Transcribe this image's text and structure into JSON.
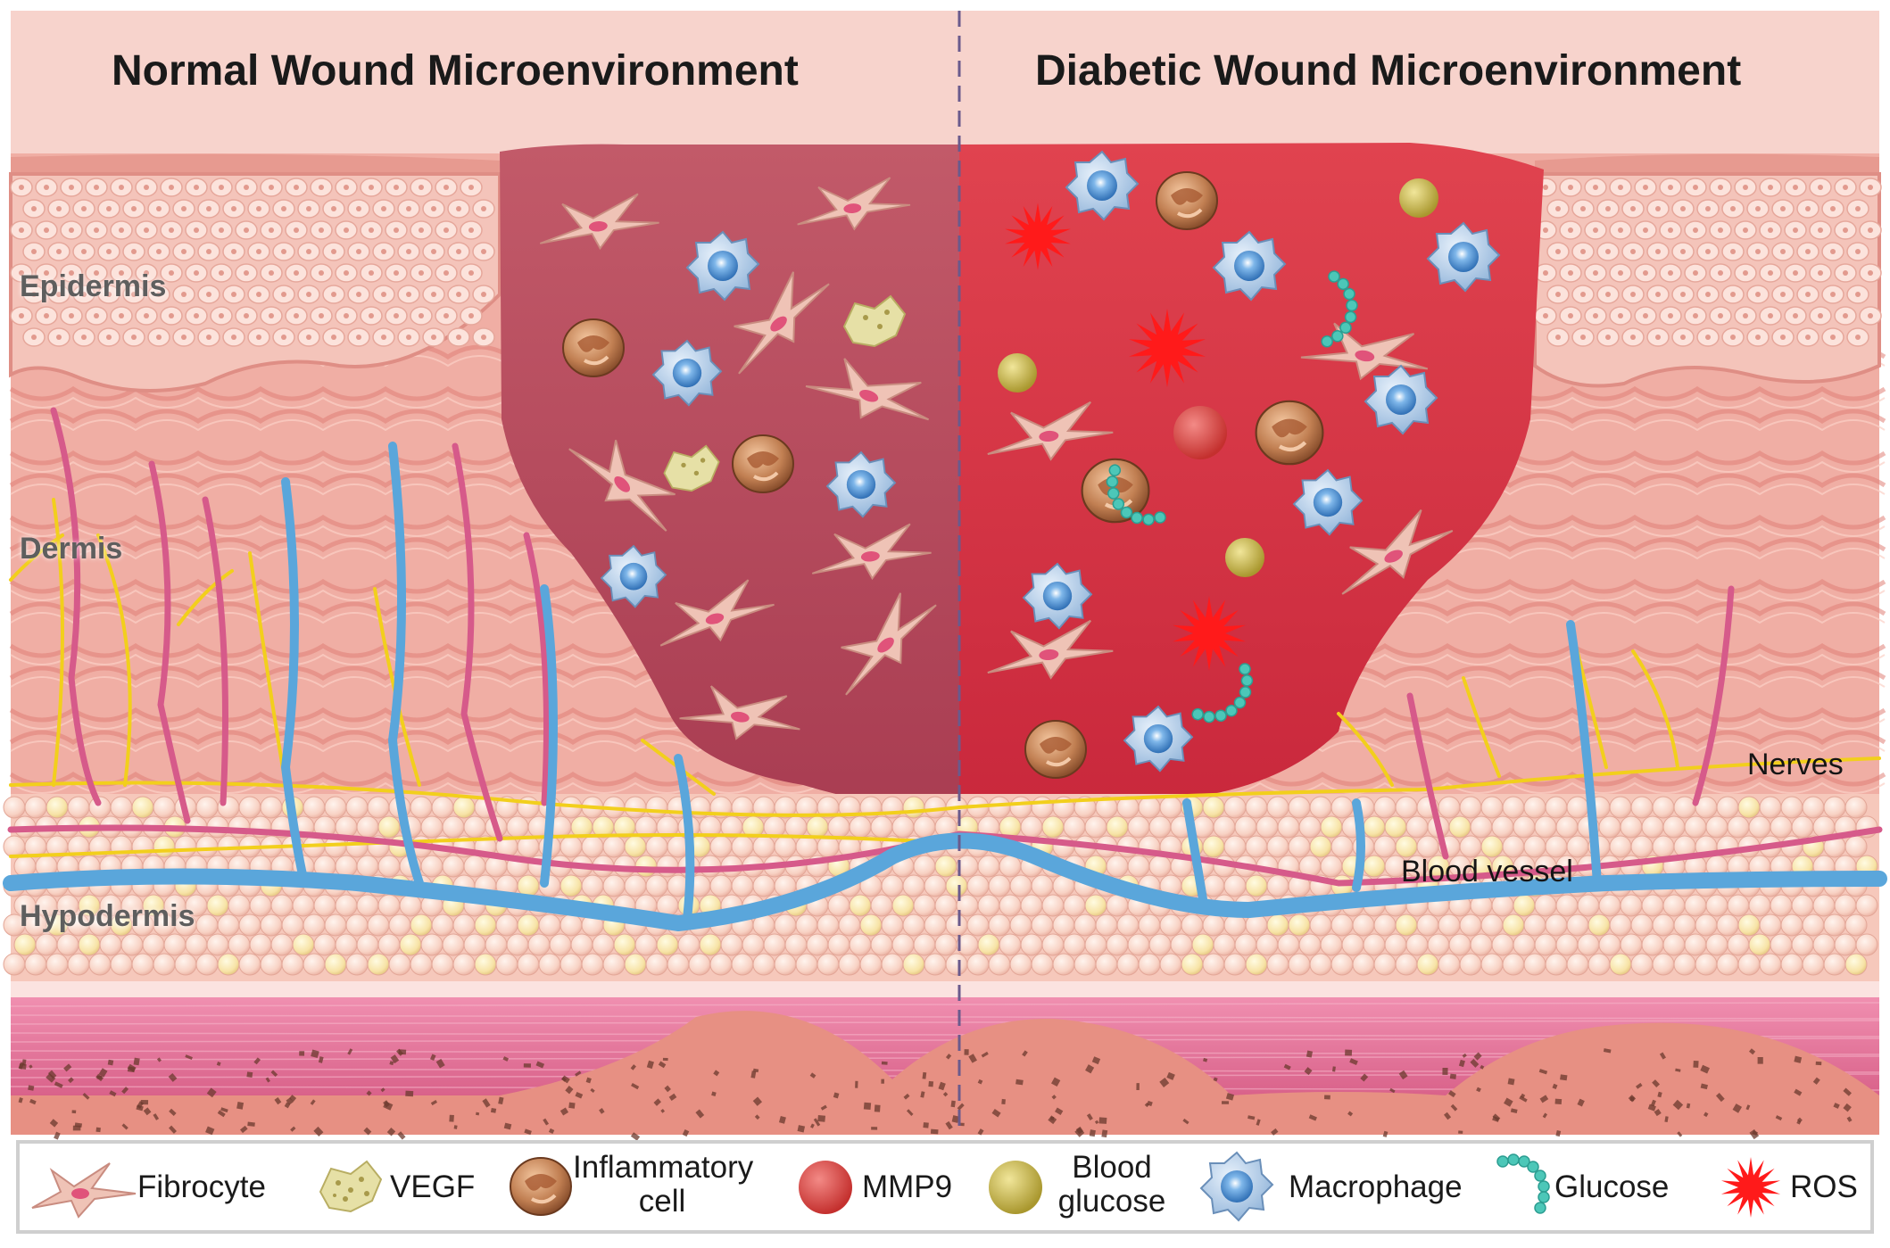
{
  "titles": {
    "normal": "Normal Wound Microenvironment",
    "diabetic": "Diabetic Wound Microenvironment"
  },
  "layers": {
    "epidermis": "Epidermis",
    "dermis": "Dermis",
    "hypodermis": "Hypodermis"
  },
  "structures": {
    "nerves": "Nerves",
    "blood_vessel": "Blood vessel"
  },
  "legend": {
    "fibrocyte": "Fibrocyte",
    "vegf": "VEGF",
    "inflammatory_line1": "Inflammatory",
    "inflammatory_line2": "cell",
    "mmp9": "MMP9",
    "blood_glucose_line1": "Blood",
    "blood_glucose_line2": "glucose",
    "macrophage": "Macrophage",
    "glucose": "Glucose",
    "ros": "ROS"
  },
  "colors": {
    "skin_pink": "#f2b7ad",
    "normal_wound": "#b8475a",
    "diabetic_wound": "#d63a4a",
    "blood_vessel": "#5aa6db",
    "artery": "#d65a8a",
    "nerve": "#f2cf1c",
    "fat": "#fbd6c8",
    "muscle": "#e5779a",
    "ros": "#ff1a1a",
    "glucose": "#4cc7b8",
    "blood_glucose": "#c9b94a",
    "mmp9": "#d94a4a"
  }
}
